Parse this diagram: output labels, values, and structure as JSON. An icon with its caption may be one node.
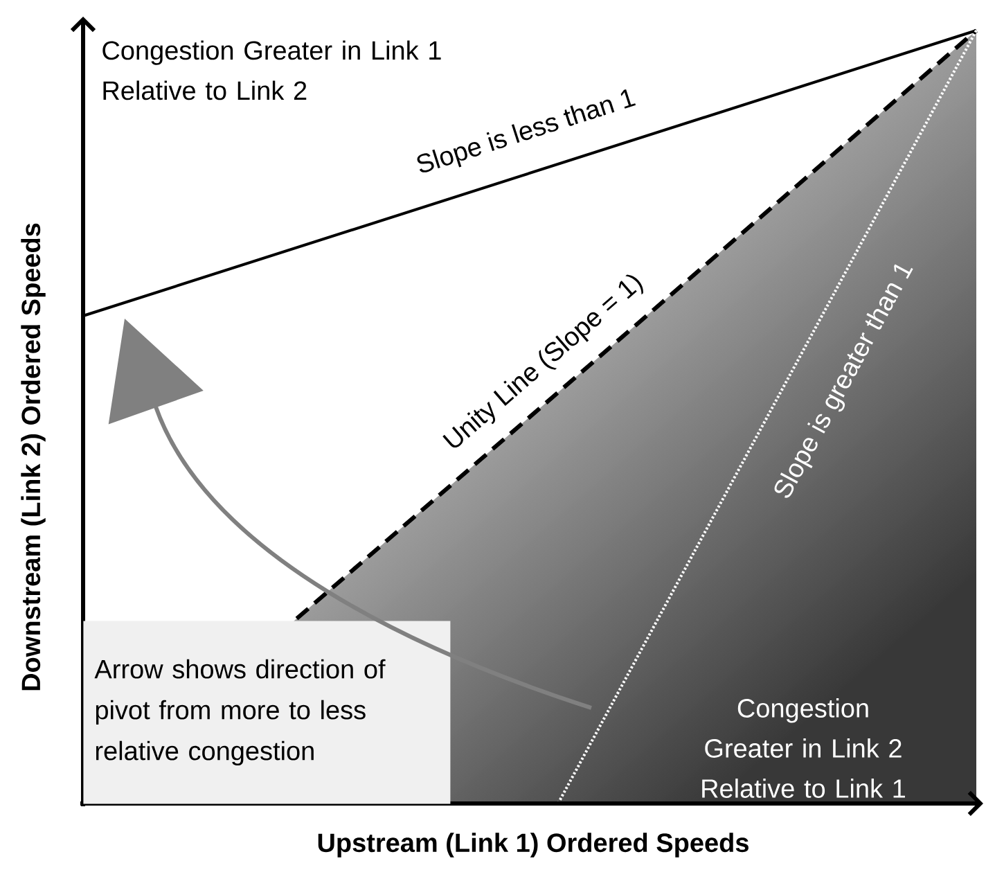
{
  "diagram": {
    "nodes": [
      {
        "text": [
          "Arrow shows direction of pivot from more to less relative congestion"
        ]
      }
    ],
    "labels": [
      "Congestion Greater in Link 1 Relative to Link 2",
      "Slope is less than 1",
      "Unity Line (Slope = 1)",
      "Slope is greater than 1",
      "Congestion Greater in Link 2 Relative to Link 1",
      "Downstream (Link 2) Ordered Speeds",
      "Upstream (Link 1) Ordered Speeds"
    ]
  }
}
